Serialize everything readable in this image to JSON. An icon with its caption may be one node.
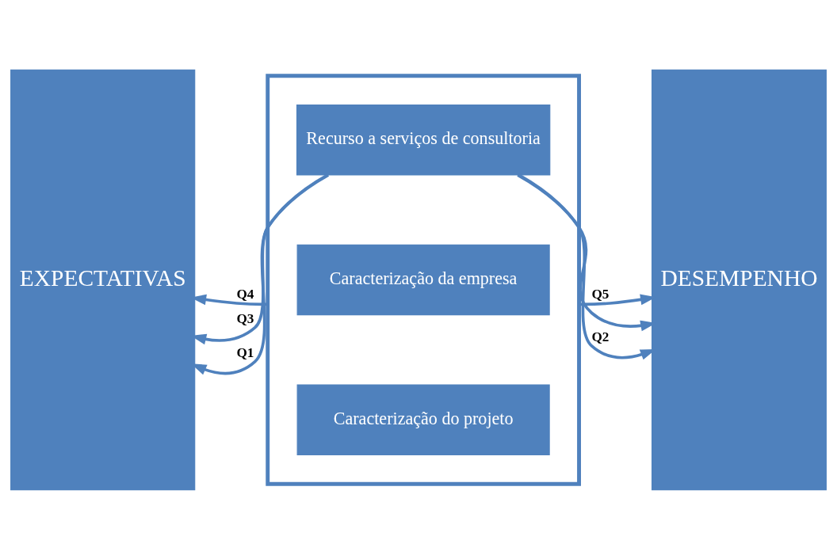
{
  "diagram": {
    "nodes": [
      {
        "text": [
          "EXPECTATIVAS"
        ]
      },
      {
        "text": [
          "DESEMPENHO"
        ]
      },
      {
        "text": [],
        "shape": "box"
      },
      {
        "text": [
          "Recurso a serviços de consultoria"
        ],
        "in": 2
      },
      {
        "text": [
          "Caracterização da empresa"
        ],
        "in": 2
      },
      {
        "text": [
          "Caracterização do projeto"
        ],
        "in": 2
      }
    ],
    "edges": [
      {
        "from": 3,
        "to": 0,
        "arrow": "to",
        "label": "Q3"
      },
      {
        "from": 3,
        "to": 1,
        "arrow": "to"
      },
      {
        "from": 3,
        "to": 0,
        "arrow": "to",
        "label": "Q1"
      },
      {
        "from": 3,
        "to": 1,
        "arrow": "to",
        "label": "Q2"
      },
      {
        "from": 2,
        "to": 0,
        "arrow": "to",
        "label": "Q4"
      },
      {
        "from": 2,
        "to": 1,
        "arrow": "to",
        "label": "Q5"
      }
    ]
  }
}
